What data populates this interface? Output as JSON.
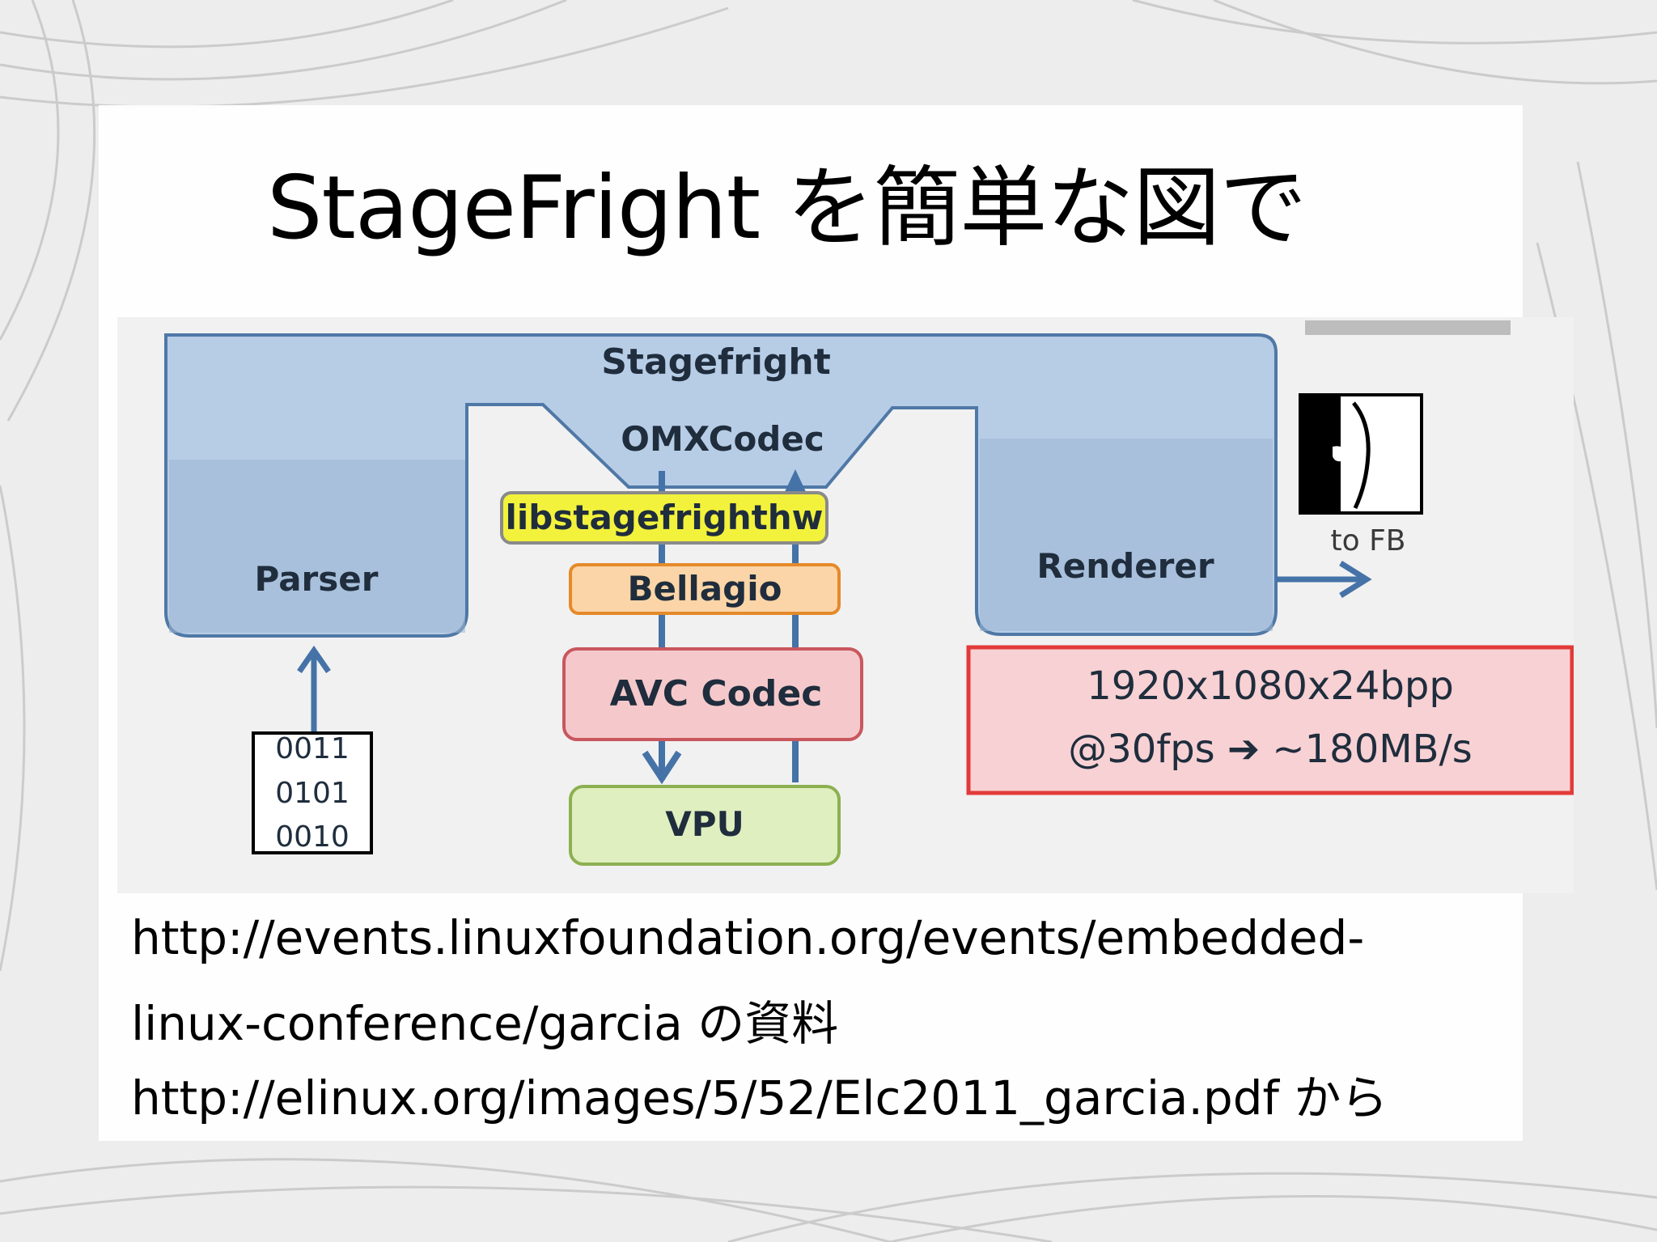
{
  "slide": {
    "title": "StageFright を簡単な図で",
    "references": [
      "http://events.linuxfoundation.org/events/embedded-",
      "linux-conference/garcia  の資料",
      "http://elinux.org/images/5/52/Elc2011_garcia.pdf から"
    ]
  },
  "diagram": {
    "stagefright": "Stagefright",
    "omxcodec": "OMXCodec",
    "parser": "Parser",
    "renderer": "Renderer",
    "libstagefrighthw": "libstagefrighthw",
    "bellagio": "Bellagio",
    "avc_codec": "AVC Codec",
    "vpu": "VPU",
    "bits": [
      "0011",
      "0101",
      "0010"
    ],
    "to_fb": "to FB",
    "bandwidth_line1": "1920x1080x24bpp",
    "bandwidth_line2": "@30fps ➔ ~180MB/s"
  },
  "colors": {
    "stagefright_fill": "#b7cde6",
    "stagefright_stroke": "#4f78a6",
    "arrow": "#4572a7",
    "lib_fill": "#f2f23c",
    "bellagio_fill": "#fbd5a7",
    "bellagio_stroke": "#e58a2a",
    "avc_fill": "#f5c9cb",
    "avc_stroke": "#c9575e",
    "vpu_fill": "#dfefbf",
    "vpu_stroke": "#8cb050",
    "bandwidth_fill": "#f7d1d3",
    "bandwidth_stroke": "#e23a3a"
  }
}
